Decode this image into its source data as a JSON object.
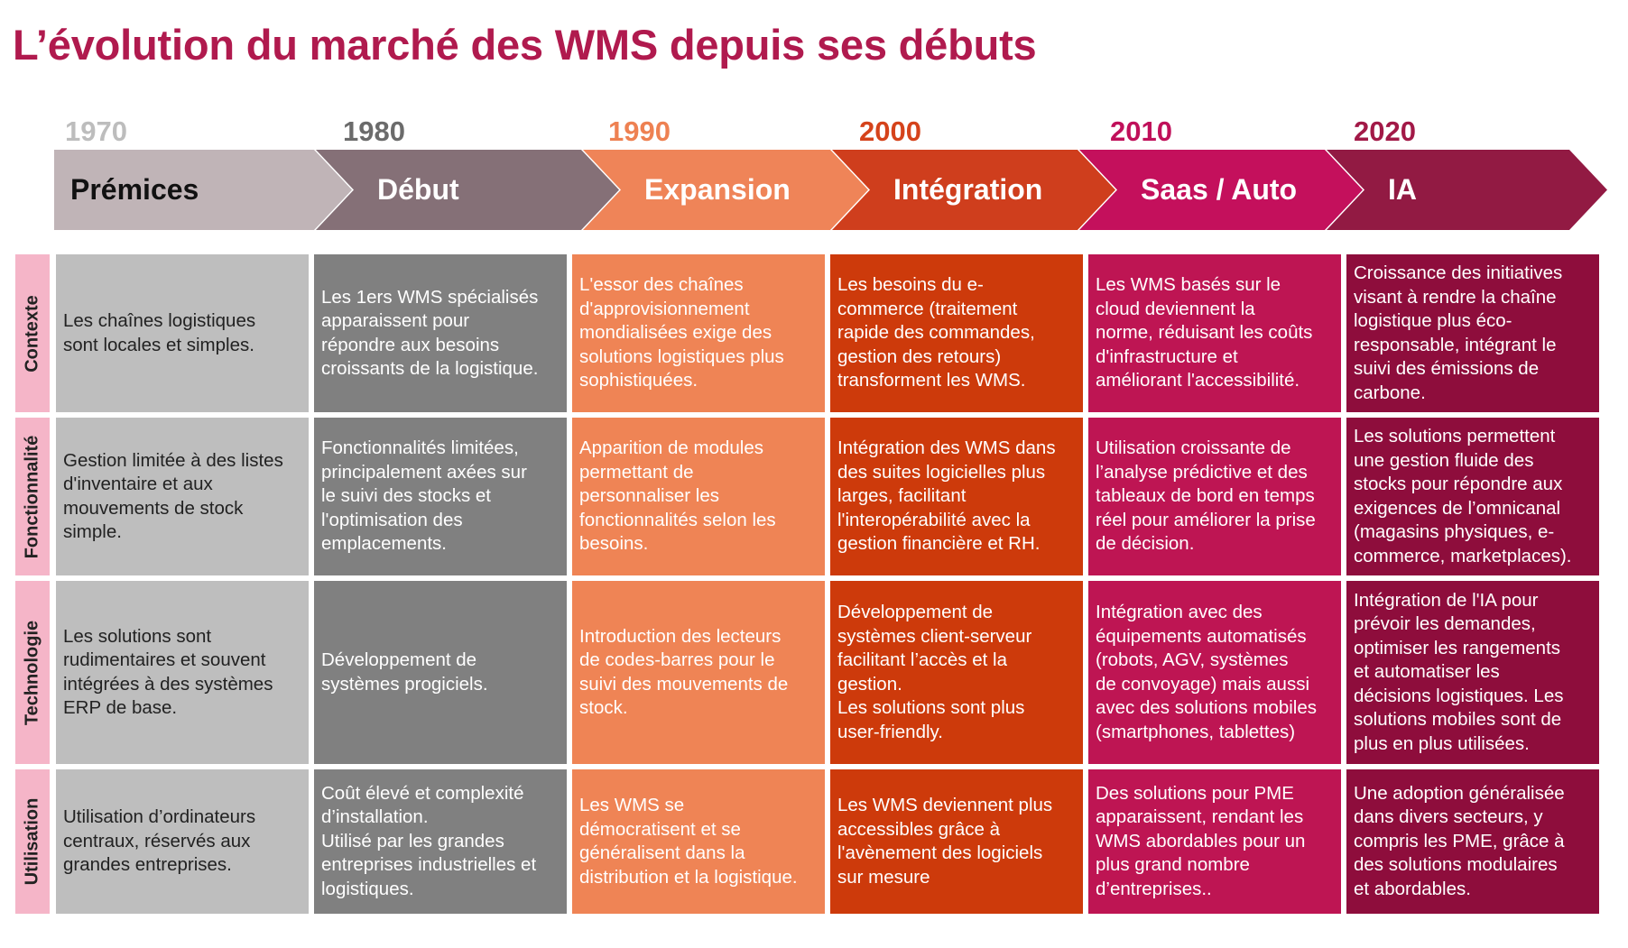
{
  "title": "L’évolution du marché des WMS depuis ses débuts",
  "colors": {
    "title": "#b01a4e",
    "row_label_bg": "#f5b5c8",
    "phase_cells": [
      "#bebebe",
      "#808080",
      "#ef8455",
      "#cd3a0b",
      "#be1553",
      "#8e0d3c"
    ],
    "phase_arrows": [
      "#c0b4b7",
      "#857077",
      "#ef8458",
      "#cf3e1d",
      "#c4105c",
      "#921a43"
    ],
    "year_text": [
      "#bdbdbd",
      "#6b6b6b",
      "#ee8152",
      "#d5431b",
      "#c0105a",
      "#a21947"
    ]
  },
  "phases": [
    {
      "year": "1970",
      "name": "Prémices"
    },
    {
      "year": "1980",
      "name": "Début"
    },
    {
      "year": "1990",
      "name": "Expansion"
    },
    {
      "year": "2000",
      "name": "Intégration"
    },
    {
      "year": "2010",
      "name": "Saas / Auto"
    },
    {
      "year": "2020",
      "name": "IA"
    }
  ],
  "rows": [
    {
      "label": "Contexte",
      "cells": [
        "Les chaînes logistiques\nsont locales et simples.",
        "Les 1ers WMS spécialisés\napparaissent pour\nrépondre aux besoins\ncroissants de la logistique.",
        "L'essor des chaînes\nd'approvisionnement\nmondialisées exige des\nsolutions logistiques plus\nsophistiquées.",
        "Les besoins du e-\ncommerce (traitement\nrapide des commandes,\ngestion des retours)\ntransforment les WMS.",
        "Les WMS basés sur le\ncloud deviennent la\nnorme, réduisant les coûts\nd'infrastructure et\naméliorant l'accessibilité.",
        "Croissance des initiatives\nvisant à rendre la chaîne\nlogistique plus éco-\nresponsable, intégrant le\nsuivi des émissions de\ncarbone."
      ]
    },
    {
      "label": "Fonctionnalité",
      "cells": [
        "Gestion limitée à des listes\nd'inventaire et aux\nmouvements de stock\nsimple.",
        "Fonctionnalités limitées,\nprincipalement axées sur\nle suivi des stocks et\nl'optimisation des\nemplacements.",
        "Apparition de modules\npermettant de\npersonnaliser les\nfonctionnalités selon les\nbesoins.",
        "Intégration des WMS dans\ndes suites logicielles plus\nlarges, facilitant\nl'interopérabilité avec la\ngestion financière et RH.",
        "Utilisation croissante de\nl’analyse prédictive et des\ntableaux de bord en temps\nréel pour améliorer la prise\nde décision.",
        "Les solutions permettent\nune gestion fluide des\nstocks pour répondre aux\nexigences de l’omnicanal\n(magasins physiques, e-\ncommerce, marketplaces)."
      ]
    },
    {
      "label": "Technologie",
      "cells": [
        "Les solutions sont\nrudimentaires et souvent\nintégrées à des systèmes\nERP de base.",
        "Développement de\nsystèmes progiciels.",
        "Introduction des lecteurs\nde codes-barres pour le\nsuivi des mouvements de\nstock.",
        "Développement de\nsystèmes client-serveur\nfacilitant l’accès et la\ngestion.\nLes solutions sont plus\nuser-friendly.",
        "Intégration avec des\néquipements automatisés\n(robots, AGV,  systèmes\nde convoyage) mais aussi\navec des solutions mobiles\n(smartphones, tablettes)",
        "Intégration de l'IA pour\nprévoir les demandes,\noptimiser les rangements\net automatiser les\ndécisions logistiques. Les\nsolutions mobiles sont de\nplus en plus utilisées."
      ]
    },
    {
      "label": "Utilisation",
      "cells": [
        "Utilisation d’ordinateurs\ncentraux, réservés aux\ngrandes entreprises.",
        "Coût élevé et complexité\nd’installation.\nUtilisé par les grandes\nentreprises industrielles et\nlogistiques.",
        "Les WMS se\ndémocratisent et se\ngénéralisent dans la\ndistribution et la logistique.",
        "Les WMS deviennent plus\naccessibles grâce à\nl'avènement des logiciels\nsur mesure",
        "Des solutions pour PME\napparaissent, rendant les\nWMS abordables pour un\nplus grand nombre\nd’entreprises..",
        "Une adoption généralisée\ndans divers secteurs, y\ncompris les PME, grâce à\ndes solutions modulaires\net abordables."
      ]
    }
  ]
}
